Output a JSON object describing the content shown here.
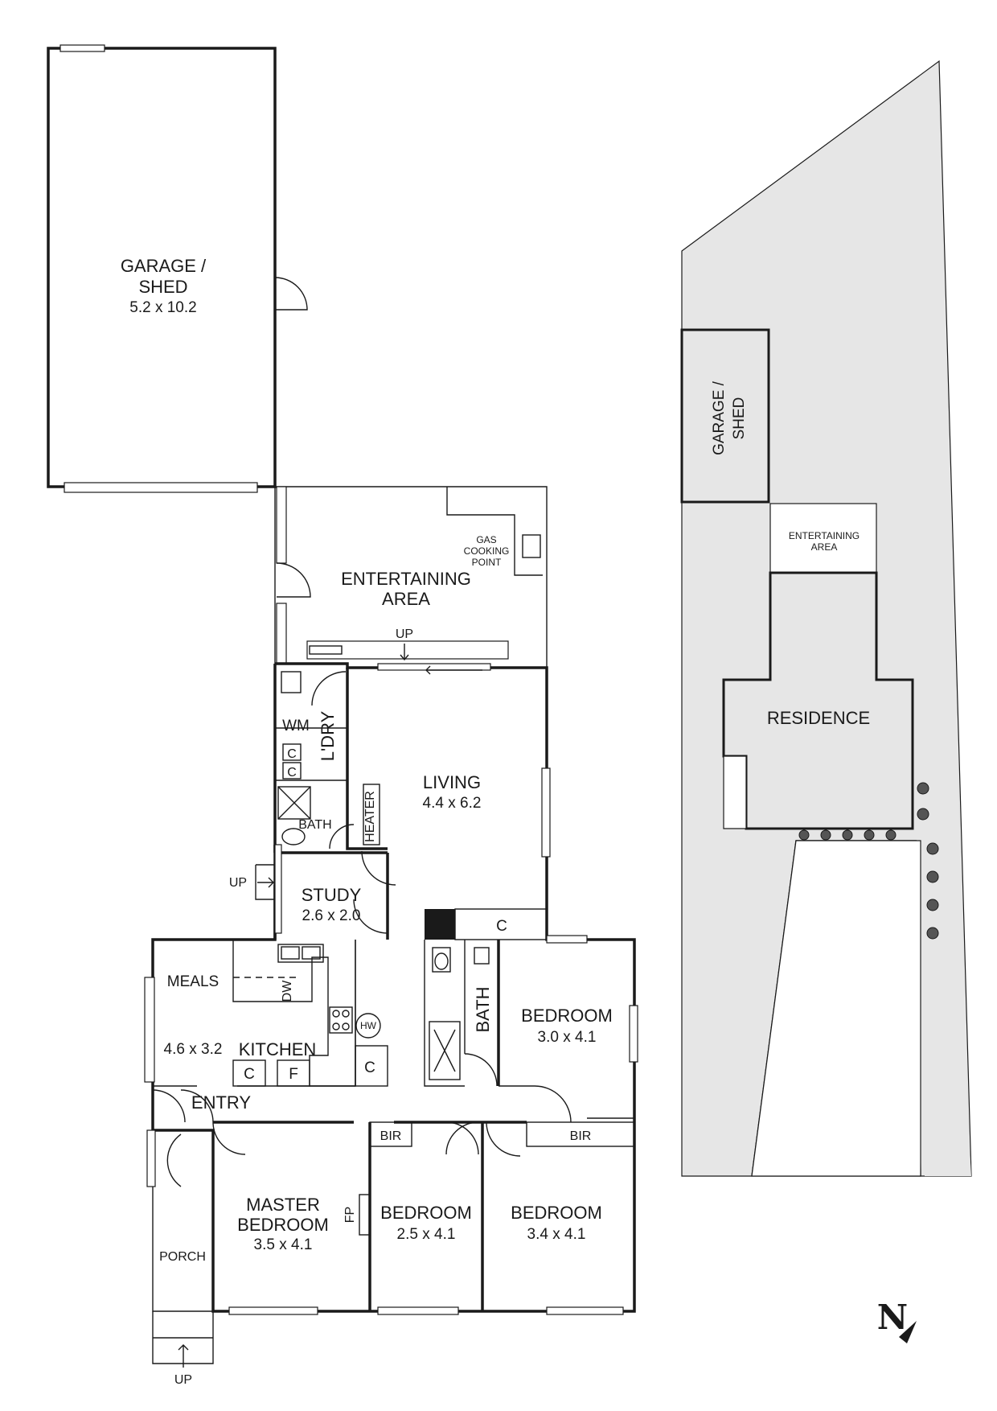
{
  "floor_plan": {
    "rooms": {
      "garage": {
        "name_l1": "GARAGE /",
        "name_l2": "SHED",
        "dims": "5.2 x 10.2"
      },
      "entertaining": {
        "name_l1": "ENTERTAINING",
        "name_l2": "AREA"
      },
      "gas_point": {
        "l1": "GAS",
        "l2": "COOKING",
        "l3": "POINT"
      },
      "living": {
        "name": "LIVING",
        "dims": "4.4 x 6.2"
      },
      "laundry": {
        "name": "L'DRY",
        "wm": "WM",
        "c1": "C",
        "c2": "C"
      },
      "bath_small": {
        "name": "BATH",
        "heater": "HEATER"
      },
      "study": {
        "name": "STUDY",
        "dims": "2.6 x 2.0"
      },
      "meals": {
        "name": "MEALS",
        "dims": "4.6 x 3.2"
      },
      "kitchen": {
        "name": "KITCHEN",
        "dw": "DW",
        "c": "C",
        "f": "F"
      },
      "hw": "HW",
      "hall_c": "C",
      "hw_c": "C",
      "bath_main": {
        "name": "BATH"
      },
      "bedroom_east": {
        "name": "BEDROOM",
        "dims": "3.0 x 4.1"
      },
      "entry": {
        "name": "ENTRY"
      },
      "master": {
        "name_l1": "MASTER",
        "name_l2": "BEDROOM",
        "dims": "3.5 x 4.1",
        "fp": "FP"
      },
      "bedroom_mid": {
        "name": "BEDROOM",
        "dims": "2.5 x 4.1",
        "bir": "BIR"
      },
      "bedroom_se": {
        "name": "BEDROOM",
        "dims": "3.4 x 4.1",
        "bir": "BIR"
      },
      "porch": {
        "name": "PORCH"
      }
    },
    "stairs": {
      "up_entertaining": "UP",
      "up_study": "UP",
      "up_porch": "UP"
    }
  },
  "site_plan": {
    "garage": {
      "l1": "GARAGE /",
      "l2": "SHED"
    },
    "entertaining": {
      "l1": "ENTERTAINING",
      "l2": "AREA"
    },
    "residence": "RESIDENCE"
  },
  "north_symbol": "N",
  "colors": {
    "site_fill": "#e6e6e6",
    "wall": "#1a1a1a"
  }
}
